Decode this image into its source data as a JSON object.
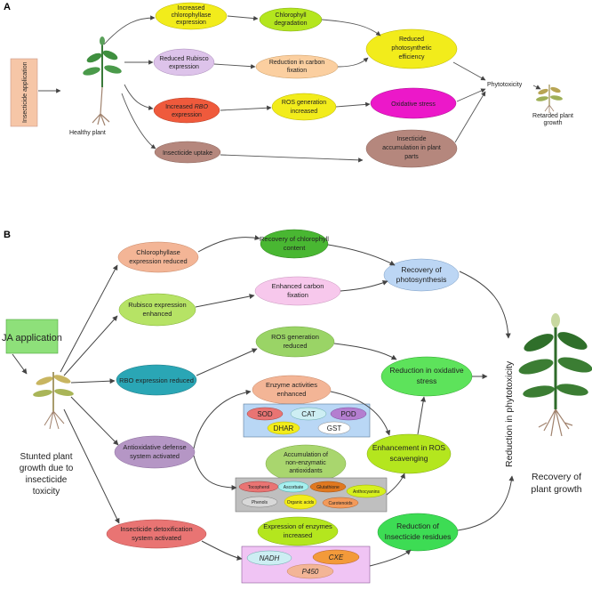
{
  "panelA": {
    "label": "A",
    "insecticide_application": "Insecticide application",
    "healthy_plant": "Healthy plant",
    "increased_chlorophyllase": [
      "Increased",
      "chlorophyllase",
      "expression"
    ],
    "reduced_rubisco": [
      "Reduced Rubisco",
      "expression"
    ],
    "increased_rbo": {
      "pre": "Increased ",
      "italic": "RBO",
      "line2": "expression"
    },
    "insecticide_uptake": "Insecticide uptake",
    "chlorophyll_degradation": [
      "Chlorophyll",
      "degradation"
    ],
    "reduction_carbon": [
      "Reduction in carbon",
      "fixation"
    ],
    "ros_generation": [
      "ROS generation",
      "increased"
    ],
    "reduced_photosynthetic": [
      "Reduced",
      "photosynthetic",
      "efficiency"
    ],
    "oxidative_stress": "Oxidative stress",
    "insecticide_accumulation": [
      "Insecticide",
      "accumulation in plant",
      "parts"
    ],
    "phytotoxicity": "Phytotoxicity",
    "retarded_growth": [
      "Retarded plant",
      "growth"
    ]
  },
  "panelB": {
    "label": "B",
    "ja_application": "JA application",
    "stunted": [
      "Stunted plant",
      "growth due to",
      "insecticide",
      "toxicity"
    ],
    "chlorophyllase_reduced": [
      "Chlorophyllase",
      "expression reduced"
    ],
    "rubisco_enhanced": [
      "Rubisco expression",
      "enhanced"
    ],
    "rbo_reduced": "RBO expression reduced",
    "antioxidative": [
      "Antioxidative defense",
      "system activated"
    ],
    "detox": [
      "Insecticide detoxification",
      "system activated"
    ],
    "recovery_chlorophyll": [
      "Recovery of chlorophyll",
      "content"
    ],
    "enhanced_carbon": [
      "Enhanced carbon",
      "fixation"
    ],
    "ros_reduced": [
      "ROS generation",
      "reduced"
    ],
    "enzyme_activities": [
      "Enzyme activities",
      "enhanced"
    ],
    "enzymes": [
      "SOD",
      "CAT",
      "POD",
      "DHAR",
      "GST"
    ],
    "accumulation_nonenzymatic": [
      "Accumulation of",
      "non-enzymatic",
      "antioxidants"
    ],
    "nonenzymatic": [
      "Tocopherol",
      "Ascorbate",
      "Glutathione",
      "Anthocyanins",
      "Phenols",
      "Organic acids",
      "Carotenoids"
    ],
    "expression_enzymes": [
      "Expression of enzymes",
      "increased"
    ],
    "detox_enzymes": [
      "NADH",
      "CXE",
      "P450"
    ],
    "recovery_photosynthesis": [
      "Recovery of",
      "photosynthesis"
    ],
    "reduction_oxidative": [
      "Reduction in oxidative",
      "stress"
    ],
    "enhancement_ros": [
      "Enhancement in  ROS",
      "scavenging"
    ],
    "reduction_residues": [
      "Reduction of",
      "Insecticide residues"
    ],
    "reduction_phytotoxicity": "Reduction in phytotoxicity",
    "recovery_growth": [
      "Recovery of",
      "plant growth"
    ]
  },
  "colors": {
    "yellow": "#f2ec1b",
    "lime": "#b4e61e",
    "lavender": "#ddc3ea",
    "peach": "#fbcfa0",
    "red": "#ef5a3c",
    "magenta": "#ec18c9",
    "mauve": "#b5877d",
    "salmon": "#f3b596",
    "green_dark": "#49b732",
    "light_green": "#b6e365",
    "pink": "#f7c8ec",
    "blue_light": "#bcd6f4",
    "teal": "#2aa6b5",
    "purple": "#b596c5",
    "rose": "#e97473",
    "bright_green": "#5de35b"
  }
}
